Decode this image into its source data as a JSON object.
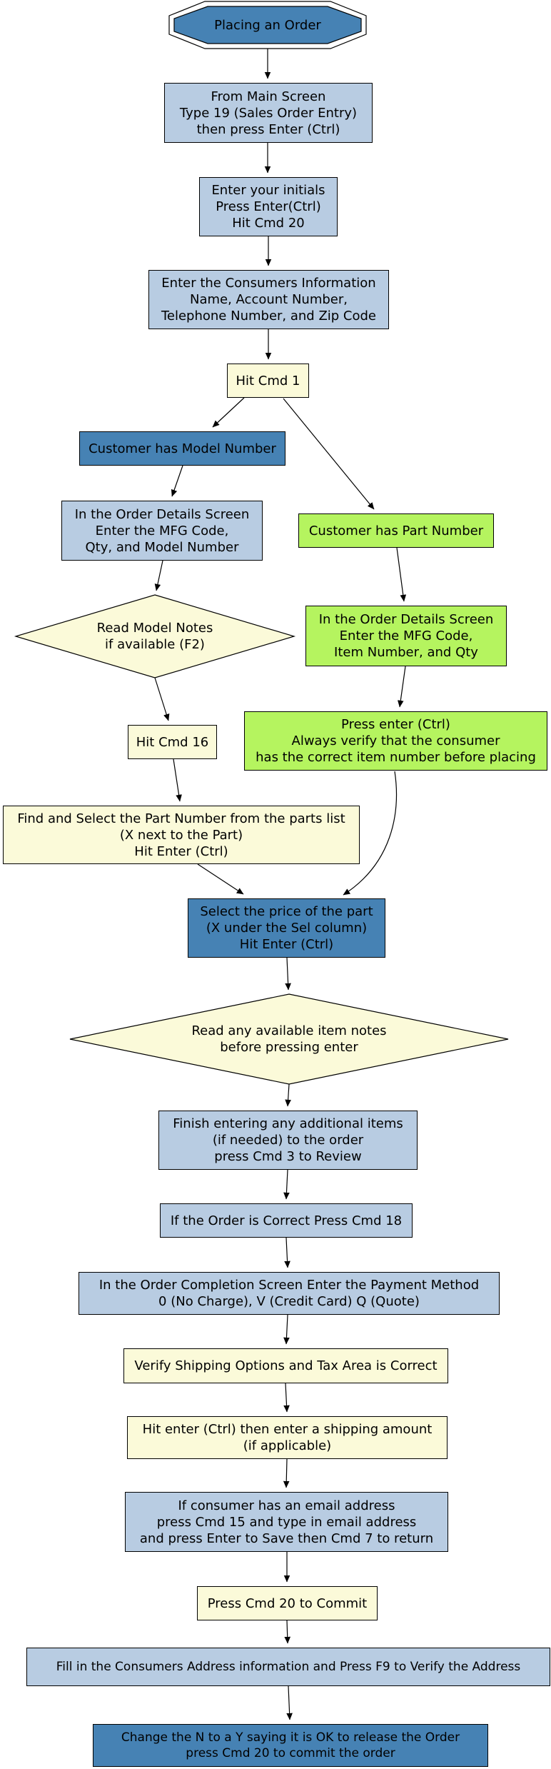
{
  "diagram": {
    "title": "Placing an Order",
    "colors": {
      "steelblue": "#4682B4",
      "lightsteelblue": "#B8CCE2",
      "lightyellow": "#FBFAD9",
      "greenyellow": "#B5F45F",
      "edge": "#000000",
      "background": "#FFFFFF",
      "text": "#000000"
    },
    "nodes": {
      "start": {
        "label": "Placing an Order",
        "shape": "doubleoctagon",
        "fill": "steelblue"
      },
      "main_screen": {
        "label": "From Main Screen\nType 19 (Sales Order Entry)\nthen press Enter (Ctrl)",
        "shape": "box",
        "fill": "lightsteelblue"
      },
      "initials": {
        "label": "Enter your initials\nPress Enter(Ctrl)\nHit Cmd 20",
        "shape": "box",
        "fill": "lightsteelblue"
      },
      "consumer_info": {
        "label": "Enter the Consumers Information\nName, Account Number,\nTelephone Number, and Zip Code",
        "shape": "box",
        "fill": "lightsteelblue"
      },
      "hit_cmd_1": {
        "label": "Hit Cmd 1",
        "shape": "box",
        "fill": "lightyellow"
      },
      "has_model": {
        "label": "Customer has Model Number",
        "shape": "box",
        "fill": "steelblue"
      },
      "details_model": {
        "label": "In the Order Details Screen\nEnter the MFG Code,\nQty, and Model Number",
        "shape": "box",
        "fill": "lightsteelblue"
      },
      "read_model_notes": {
        "label": "Read Model Notes\nif available (F2)",
        "shape": "diamond",
        "fill": "lightyellow"
      },
      "has_part": {
        "label": "Customer has Part Number",
        "shape": "box",
        "fill": "greenyellow"
      },
      "details_part": {
        "label": "In the Order Details Screen\nEnter the MFG Code,\nItem Number, and Qty",
        "shape": "box",
        "fill": "greenyellow"
      },
      "hit_cmd_16": {
        "label": "Hit Cmd 16",
        "shape": "box",
        "fill": "lightyellow"
      },
      "press_enter_verify": {
        "label": "Press enter (Ctrl)\nAlways verify that the consumer\nhas the correct item number before placing",
        "shape": "box",
        "fill": "greenyellow"
      },
      "find_select_part": {
        "label": "Find and Select the Part Number from the parts list\n(X next to the Part)\nHit Enter (Ctrl)",
        "shape": "box",
        "fill": "lightyellow"
      },
      "select_price": {
        "label": "Select the price of the part\n(X under the Sel column)\nHit Enter (Ctrl)",
        "shape": "box",
        "fill": "steelblue"
      },
      "read_item_notes": {
        "label": "Read any available item notes\nbefore pressing enter",
        "shape": "diamond",
        "fill": "lightyellow"
      },
      "finish_items": {
        "label": "Finish entering any additional items\n(if needed) to the order\npress Cmd 3 to Review",
        "shape": "box",
        "fill": "lightsteelblue"
      },
      "order_correct": {
        "label": "If the Order is Correct Press Cmd 18",
        "shape": "box",
        "fill": "lightsteelblue"
      },
      "payment_method": {
        "label": "In the Order Completion Screen Enter the Payment Method\n0 (No Charge), V (Credit Card) Q (Quote)",
        "shape": "box",
        "fill": "lightsteelblue"
      },
      "verify_shipping": {
        "label": "Verify Shipping Options and Tax Area is Correct",
        "shape": "box",
        "fill": "lightyellow"
      },
      "shipping_amount": {
        "label": "Hit enter (Ctrl) then enter a shipping amount\n(if applicable)",
        "shape": "box",
        "fill": "lightyellow"
      },
      "email_address": {
        "label": "If consumer has an email address\npress Cmd 15 and type in email address\nand press Enter to Save then Cmd 7 to return",
        "shape": "box",
        "fill": "lightsteelblue"
      },
      "commit": {
        "label": "Press Cmd 20 to Commit",
        "shape": "box",
        "fill": "lightyellow"
      },
      "fill_address": {
        "label": "Fill in the Consumers Address information and Press F9 to Verify the Address",
        "shape": "box",
        "fill": "lightsteelblue"
      },
      "release_order": {
        "label": "Change the N to a Y saying it is OK to release the Order\npress Cmd 20 to commit the order",
        "shape": "box",
        "fill": "steelblue"
      }
    },
    "edges": [
      {
        "from": "start",
        "to": "main_screen"
      },
      {
        "from": "main_screen",
        "to": "initials"
      },
      {
        "from": "initials",
        "to": "consumer_info"
      },
      {
        "from": "consumer_info",
        "to": "hit_cmd_1"
      },
      {
        "from": "hit_cmd_1",
        "to": "has_model"
      },
      {
        "from": "hit_cmd_1",
        "to": "has_part"
      },
      {
        "from": "has_model",
        "to": "details_model"
      },
      {
        "from": "details_model",
        "to": "read_model_notes"
      },
      {
        "from": "read_model_notes",
        "to": "hit_cmd_16"
      },
      {
        "from": "has_part",
        "to": "details_part"
      },
      {
        "from": "details_part",
        "to": "press_enter_verify"
      },
      {
        "from": "hit_cmd_16",
        "to": "find_select_part"
      },
      {
        "from": "find_select_part",
        "to": "select_price"
      },
      {
        "from": "press_enter_verify",
        "to": "select_price"
      },
      {
        "from": "select_price",
        "to": "read_item_notes"
      },
      {
        "from": "read_item_notes",
        "to": "finish_items"
      },
      {
        "from": "finish_items",
        "to": "order_correct"
      },
      {
        "from": "order_correct",
        "to": "payment_method"
      },
      {
        "from": "payment_method",
        "to": "verify_shipping"
      },
      {
        "from": "verify_shipping",
        "to": "shipping_amount"
      },
      {
        "from": "shipping_amount",
        "to": "email_address"
      },
      {
        "from": "email_address",
        "to": "commit"
      },
      {
        "from": "commit",
        "to": "fill_address"
      },
      {
        "from": "fill_address",
        "to": "release_order"
      }
    ]
  }
}
